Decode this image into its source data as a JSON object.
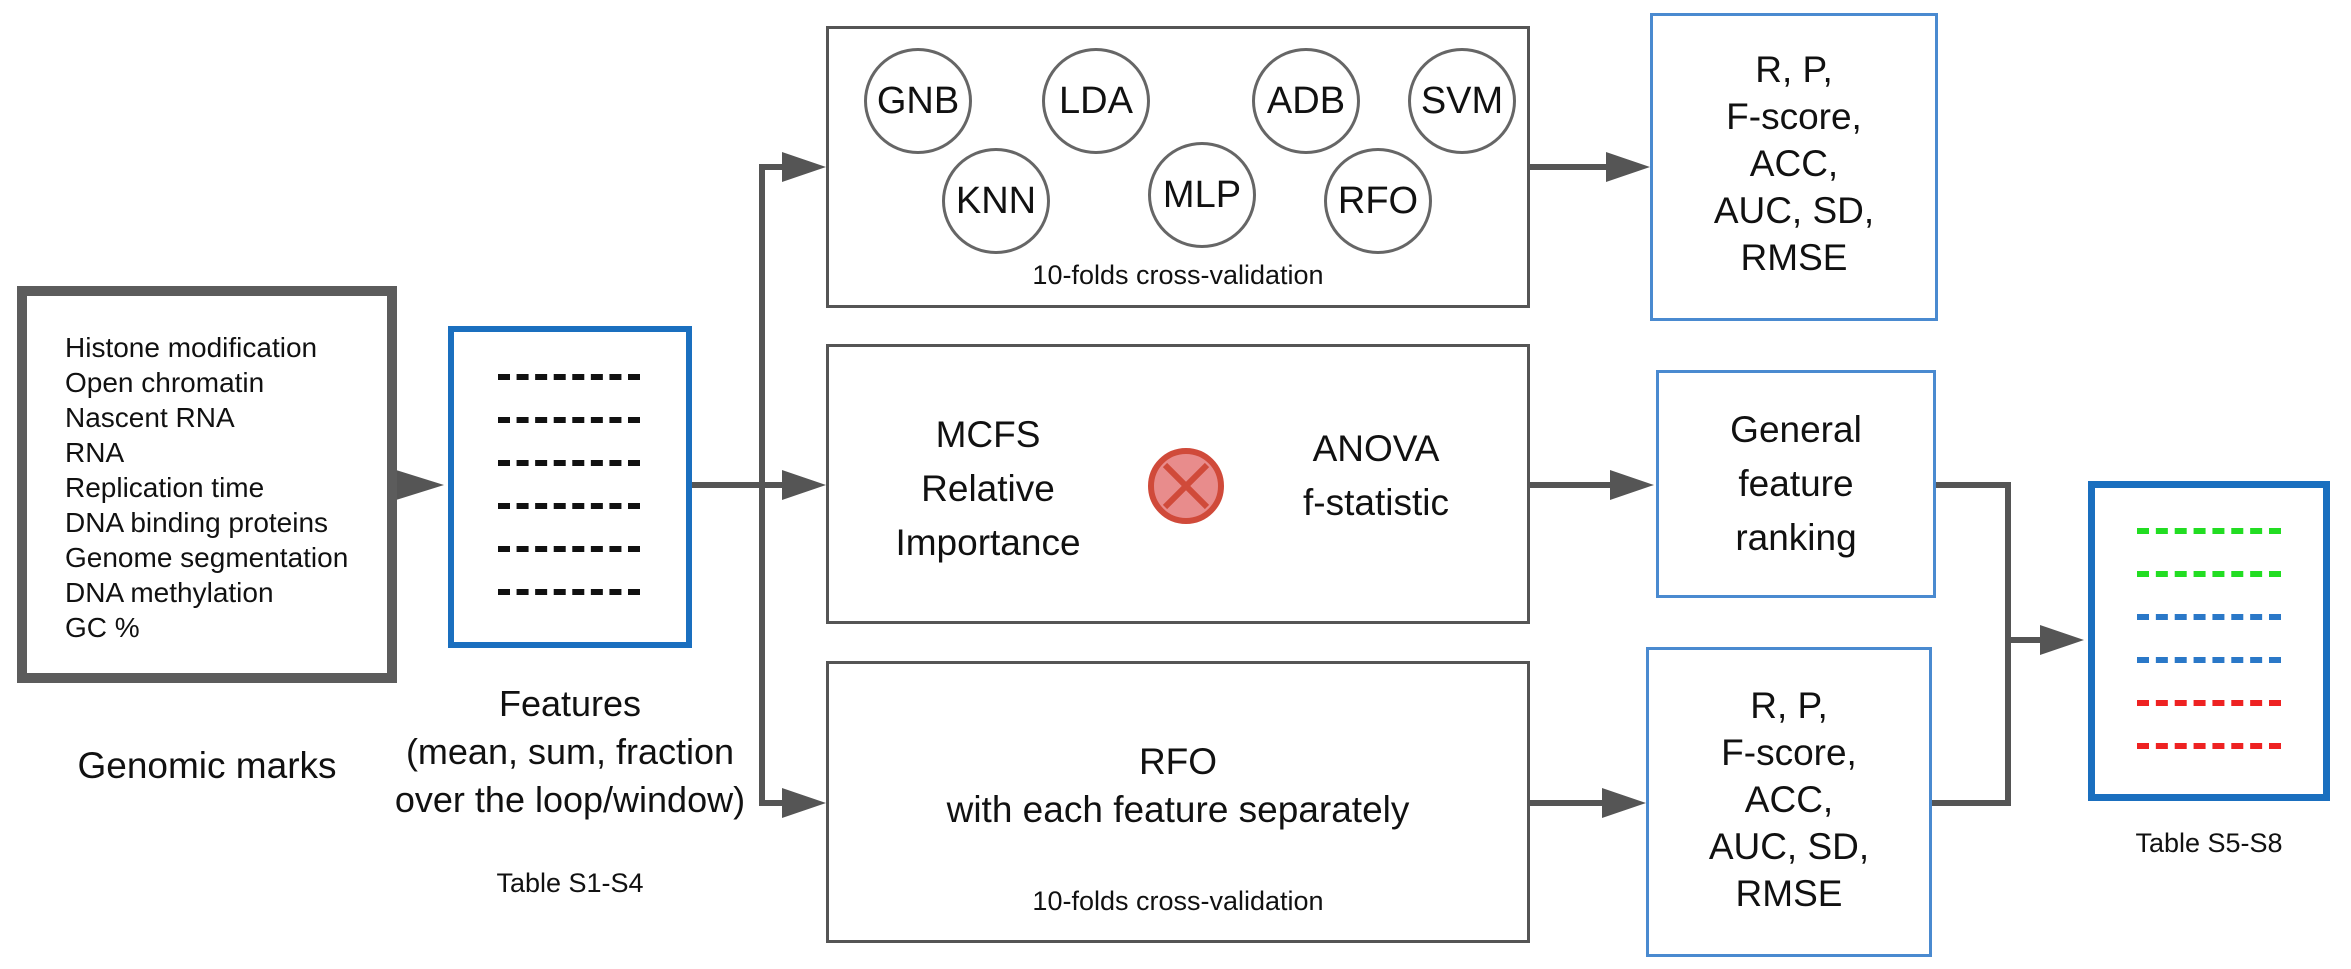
{
  "genomic_marks": {
    "items": [
      "Histone modification",
      "Open chromatin",
      "Nascent RNA",
      "RNA",
      "Replication time",
      "DNA binding proteins",
      "Genome segmentation",
      "DNA methylation",
      "GC %"
    ],
    "label": "Genomic marks"
  },
  "features": {
    "title": "Features",
    "line2": "(mean, sum, fraction",
    "line3": "over the loop/window)",
    "table": "Table S1-S4"
  },
  "classifiers": {
    "models": [
      "GNB",
      "LDA",
      "ADB",
      "SVM",
      "KNN",
      "MLP",
      "RFO"
    ],
    "cv_label": "10-folds cross-validation"
  },
  "metrics_top": [
    "R, P,",
    "F-score,",
    "ACC,",
    "AUC, SD,",
    "RMSE"
  ],
  "feature_importance": {
    "left": [
      "MCFS",
      "Relative",
      "Importance"
    ],
    "right": [
      "ANOVA",
      "f-statistic"
    ]
  },
  "ranking": [
    "General",
    "feature",
    "ranking"
  ],
  "rfo_single": {
    "line1": "RFO",
    "line2": "with each feature separately",
    "cv_label": "10-folds cross-validation"
  },
  "metrics_bottom": [
    "R, P,",
    "F-score,",
    "ACC,",
    "AUC, SD,",
    "RMSE"
  ],
  "output": {
    "table": "Table S5-S8",
    "dash_colors": [
      "#22dd22",
      "#22dd22",
      "#2a78c8",
      "#2a78c8",
      "#ee2222",
      "#ee2222"
    ]
  },
  "colors": {
    "connector": "#555555",
    "merge_symbol_fill": "#e88c8c",
    "merge_symbol_stroke": "#d04a3a"
  }
}
